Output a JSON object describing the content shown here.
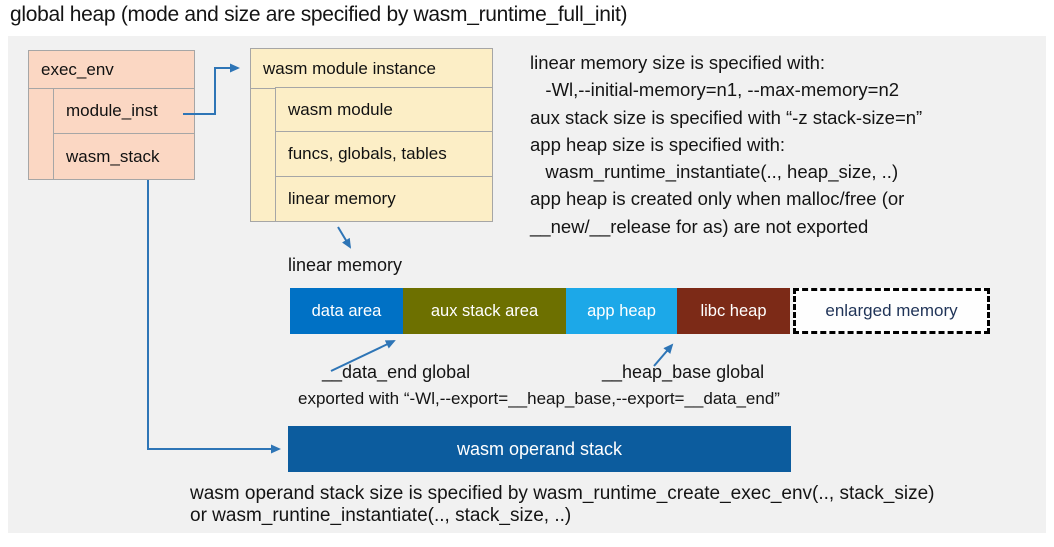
{
  "title": "global heap (mode and size are specified by wasm_runtime_full_init)",
  "exec_env": {
    "header": "exec_env",
    "rows": [
      "module_inst",
      "wasm_stack"
    ]
  },
  "module_instance": {
    "header": "wasm module instance",
    "rows": [
      "wasm module",
      "funcs, globals, tables",
      "linear memory"
    ]
  },
  "notes": {
    "lines": [
      "linear memory size is specified with:",
      "   -Wl,--initial-memory=n1, --max-memory=n2",
      "aux stack size is specified with “-z stack-size=n”",
      "app heap size is specified with:",
      "   wasm_runtime_instantiate(.., heap_size, ..)",
      "app heap is created only when malloc/free (or",
      "__new/__release for as) are not exported"
    ]
  },
  "linear_memory": {
    "label": "linear memory",
    "segments": [
      {
        "label": "data area",
        "color": "#0071C5"
      },
      {
        "label": "aux stack area",
        "color": "#6D7000"
      },
      {
        "label": "app heap",
        "color": "#1CA8E8"
      },
      {
        "label": "libc heap",
        "color": "#7C2A17"
      },
      {
        "label": "enlarged memory",
        "color": "#FEFEFE",
        "text_color": "#1F3357"
      }
    ],
    "data_end_label": "__data_end global",
    "heap_base_label": "__heap_base global",
    "export_note": "exported with “-Wl,--export=__heap_base,--export=__data_end”"
  },
  "operand_stack": {
    "label": "wasm operand stack",
    "color": "#0C5C9E",
    "notes": [
      "wasm operand stack size is specified by wasm_runtime_create_exec_env(.., stack_size)",
      "or wasm_runtine_instantiate(.., stack_size, ..)"
    ]
  },
  "colors": {
    "background_panel": "#F1F1F1",
    "exec_env_fill": "#FBD7C3",
    "module_instance_fill": "#FCEEC6",
    "box_border": "#A6A6A6",
    "arrow": "#2E75B6",
    "text": "#141414"
  }
}
